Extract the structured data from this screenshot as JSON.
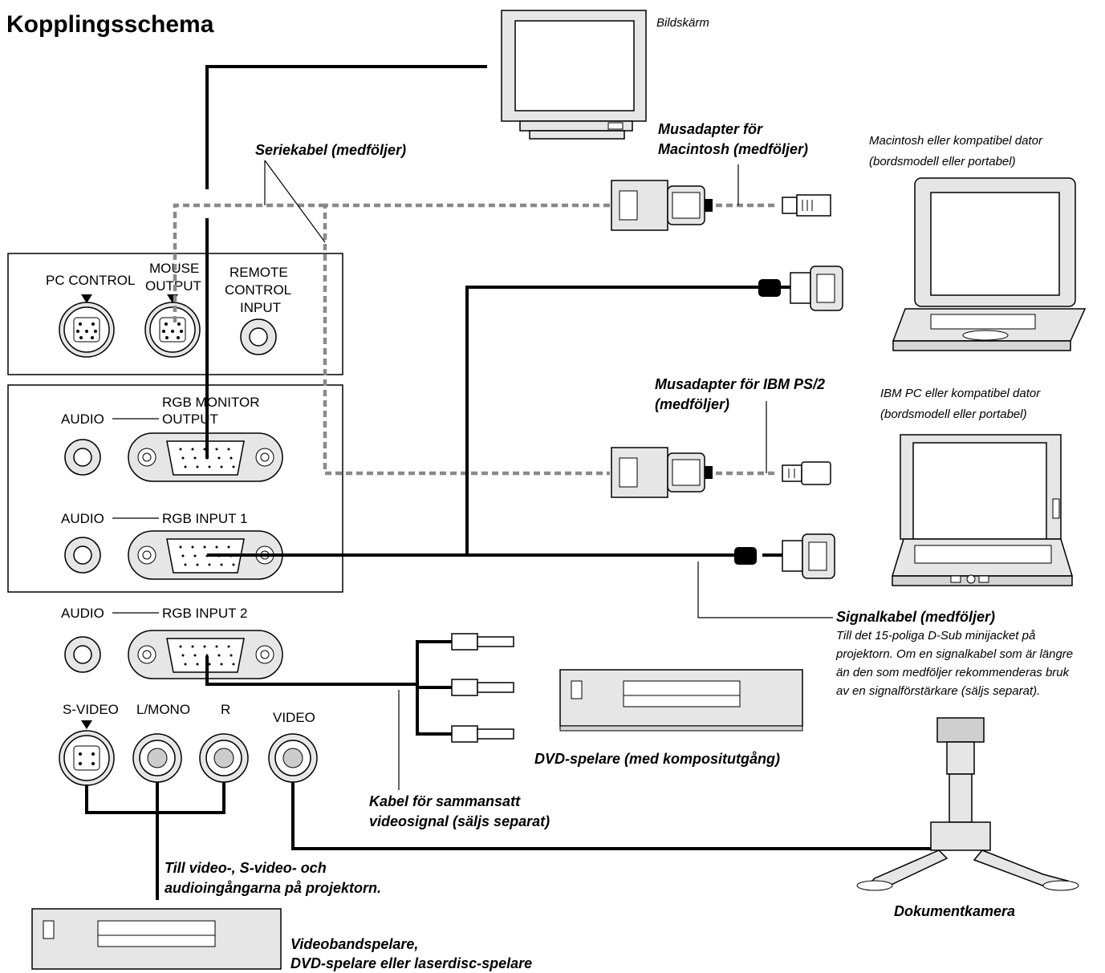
{
  "title": "Kopplingsschema",
  "labels": {
    "monitor": "Bildskärm",
    "serial_cable": "Seriekabel (medföljer)",
    "mac_adapter_1": "Musadapter för",
    "mac_adapter_2": "Macintosh (medföljer)",
    "mac_computer_1": "Macintosh eller kompatibel dator",
    "mac_computer_2": "(bordsmodell eller portabel)",
    "ibm_adapter_1": "Musadapter för IBM PS/2",
    "ibm_adapter_2": "(medföljer)",
    "ibm_computer_1": "IBM PC eller kompatibel dator",
    "ibm_computer_2": "(bordsmodell eller portabel)",
    "signal_cable": "Signalkabel (medföljer)",
    "signal_note_1": "Till det 15-poliga D-Sub minijacket på",
    "signal_note_2": "projektorn. Om en signalkabel som är längre",
    "signal_note_3": "än den som medföljer rekommenderas bruk",
    "signal_note_4": "av en signalförstärkare (säljs separat).",
    "dvd_player": "DVD-spelare (med kompositutgång)",
    "composite_cable_1": "Kabel för sammansatt",
    "composite_cable_2": "videosignal (säljs separat)",
    "video_inputs_1": "Till video-, S-video- och",
    "video_inputs_2": "audioingångarna på projektorn.",
    "document_camera": "Dokumentkamera",
    "vcr_1": "Videobandspelare,",
    "vcr_2": "DVD-spelare eller laserdisc-spelare"
  },
  "ports": {
    "pc_control": "PC  CONTROL",
    "mouse_1": "MOUSE",
    "mouse_2": "OUTPUT",
    "remote_1": "REMOTE",
    "remote_2": "CONTROL",
    "remote_3": "INPUT",
    "rgb_monitor_1": "RGB MONITOR",
    "rgb_monitor_2": "OUTPUT",
    "audio_1": "AUDIO",
    "rgb_input_1": "RGB INPUT 1",
    "audio_2": "AUDIO",
    "rgb_input_2": "RGB INPUT 2",
    "audio_3": "AUDIO",
    "s_video": "S-VIDEO",
    "l_mono": "L/MONO",
    "r": "R",
    "video": "VIDEO"
  }
}
